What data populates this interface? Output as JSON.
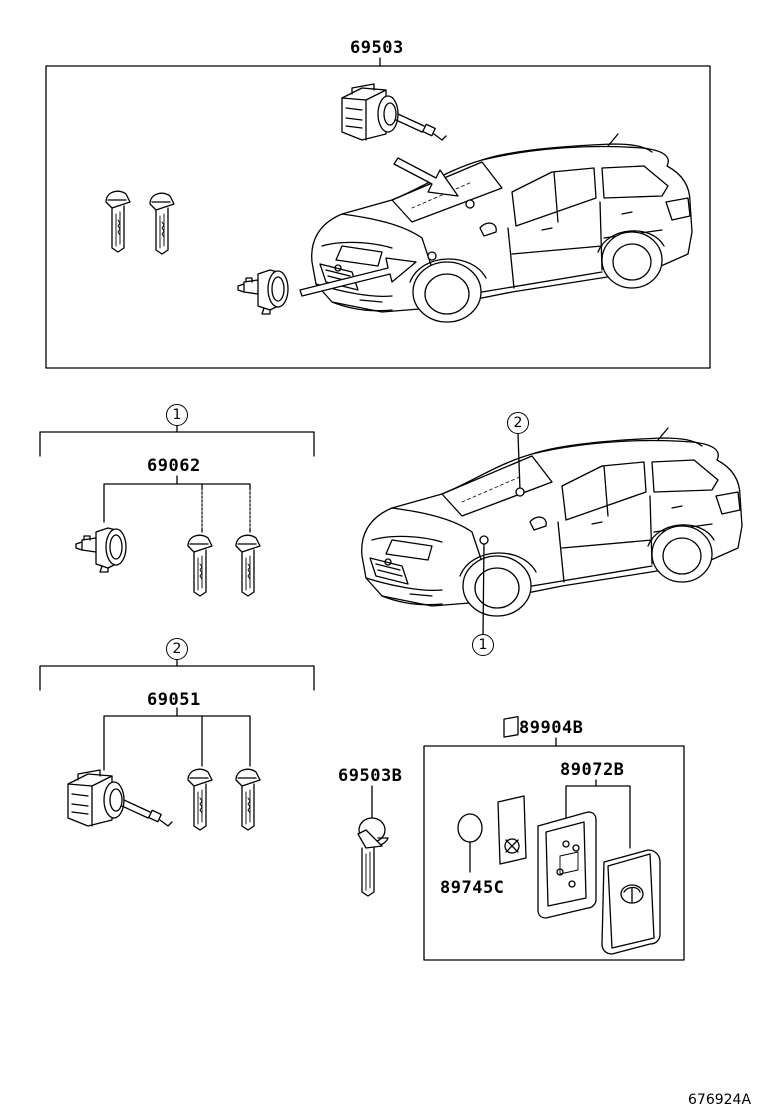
{
  "labels": {
    "main_assembly": "69503",
    "set_1": "69062",
    "set_2": "69051",
    "key_blank": "69503B",
    "smart_key_kit": "89904B",
    "smart_key_case": "89072B",
    "battery": "89745C"
  },
  "callouts": {
    "group_1": "1",
    "group_2": "2",
    "car_callout_1": "1",
    "car_callout_2": "2"
  },
  "footer": {
    "illustration_number": "676924A"
  }
}
